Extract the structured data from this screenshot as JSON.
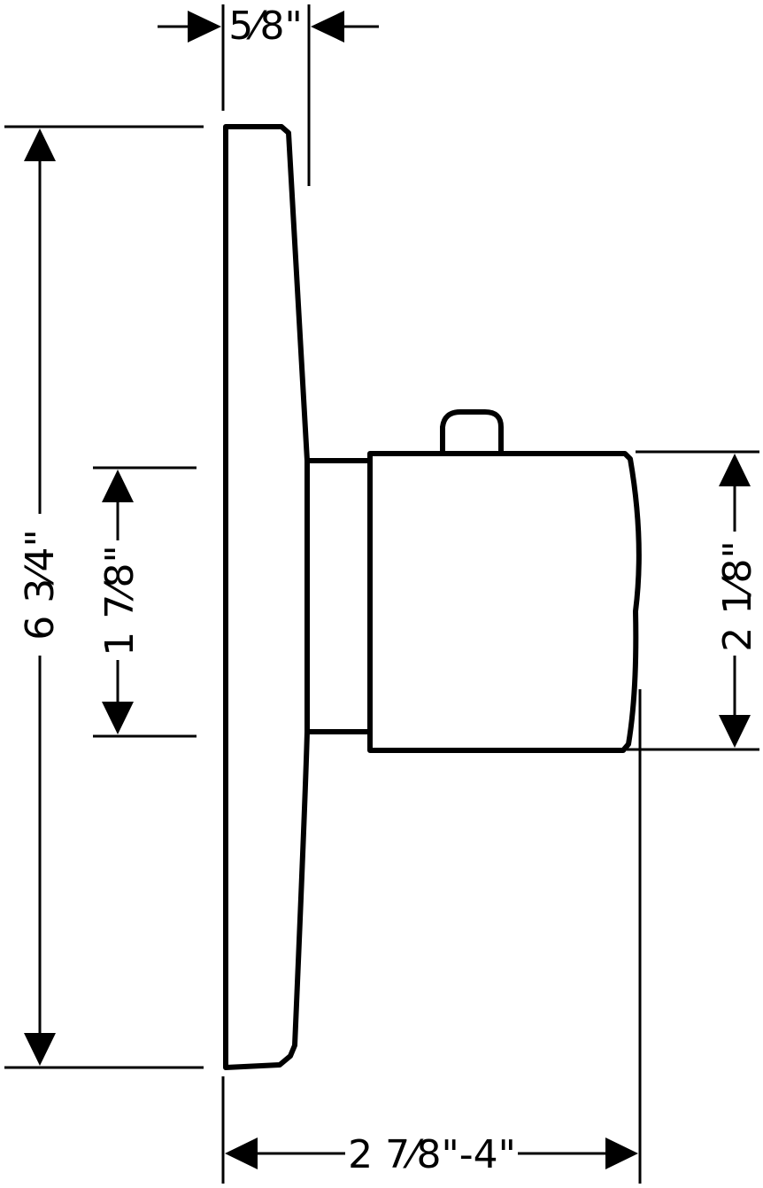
{
  "drawing": {
    "colors": {
      "line": "#000000",
      "background": "#ffffff"
    },
    "dimensions": {
      "top_depth": "5⁄8\"",
      "overall_height": "6 3⁄4\"",
      "inner_height": "1 7⁄8\"",
      "handle_height": "2 1⁄8\"",
      "projection": "2 7⁄8\"-4\""
    }
  }
}
